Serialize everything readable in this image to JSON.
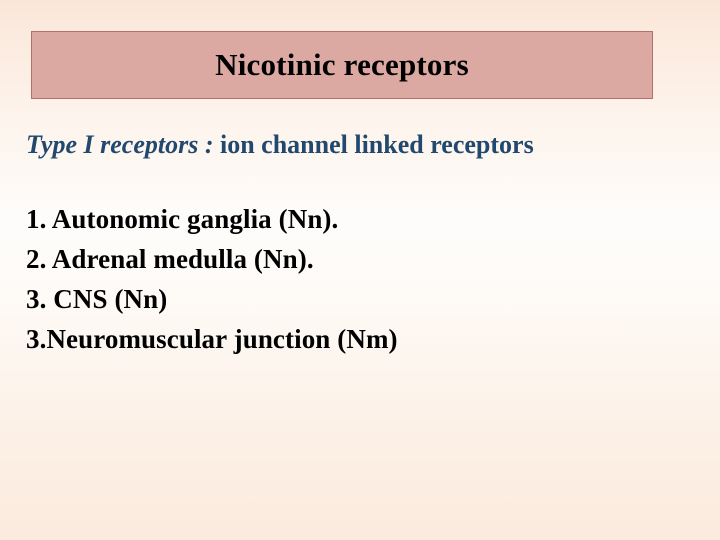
{
  "slide": {
    "title": "Nicotinic receptors",
    "subtitle": {
      "emphasis": "Type I receptors : ",
      "rest": "ion channel linked receptors"
    },
    "list": [
      "1. Autonomic ganglia (Nn).",
      "2. Adrenal medulla (Nn).",
      "3. CNS (Nn)",
      "3.Neuromuscular junction (Nm)"
    ],
    "colors": {
      "banner_fill": "#dca8a2",
      "banner_border": "#b5706a",
      "title_text": "#000000",
      "subtitle_text": "#22486e",
      "list_text": "#000000",
      "background_top": "#f9e6d8",
      "background_middle": "#fefbf8",
      "background_bottom": "#fbeade"
    }
  }
}
